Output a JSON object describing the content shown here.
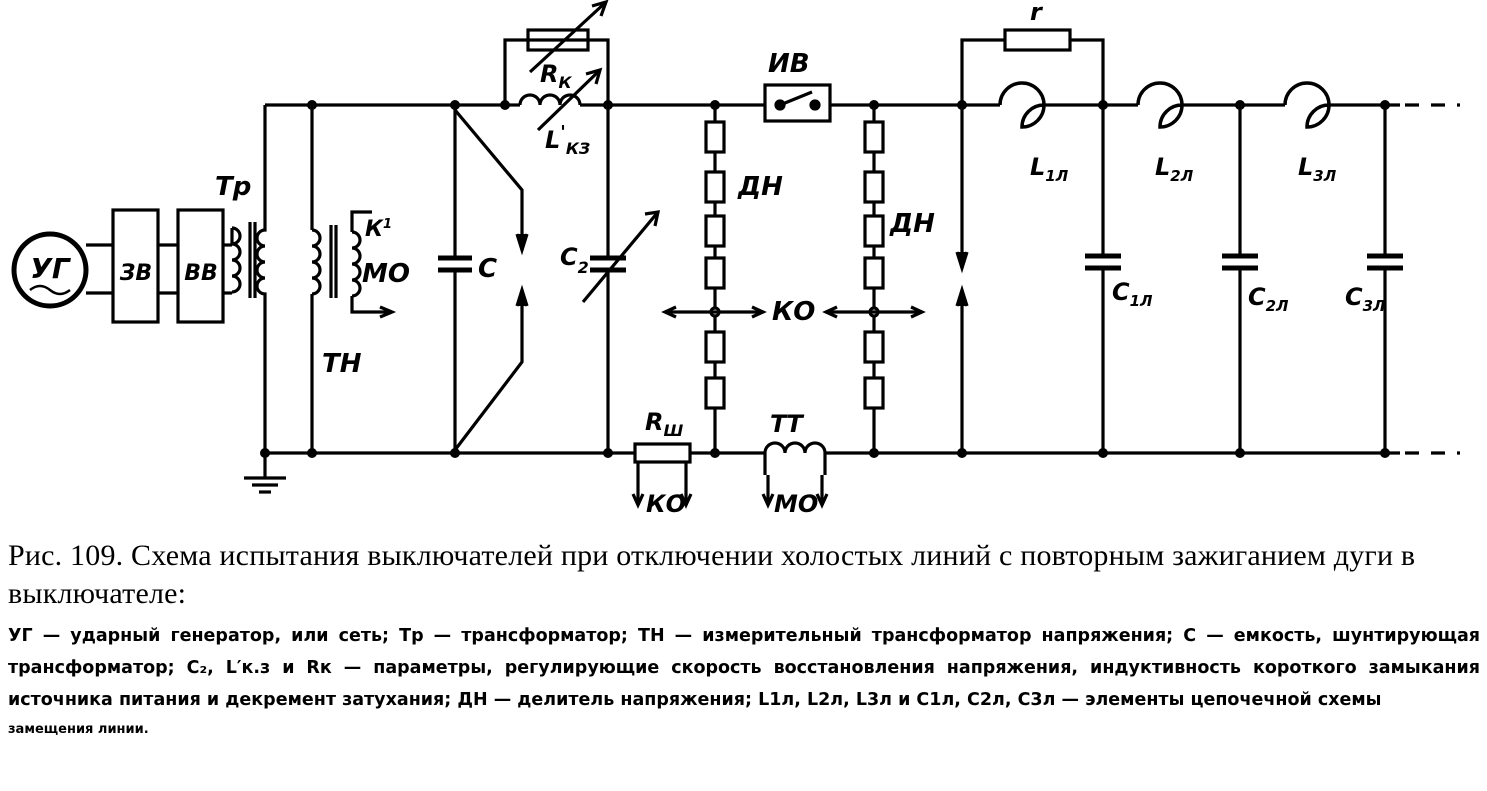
{
  "labels": {
    "ug": "УГ",
    "zv": "ЗВ",
    "vv": "ВВ",
    "tr": "Тр",
    "k1": "К",
    "k1_sup": "1",
    "mo": "МО",
    "c": "С",
    "tn": "ТН",
    "rk": "R",
    "rk_sub": "К",
    "lkz": "L",
    "lkz_prime": "'",
    "lkz_sub": "КЗ",
    "c2": "С",
    "c2_sub": "2",
    "iv": "ИВ",
    "dn_left": "ДН",
    "dn_right": "ДН",
    "ko_mid": "КО",
    "rsh": "R",
    "rsh_sub": "Ш",
    "ko_bottom": "КО",
    "tt": "ТТ",
    "mo_bottom": "МО",
    "r": "r",
    "l1": "L",
    "l1_sub": "1Л",
    "l2": "L",
    "l2_sub": "2Л",
    "l3": "L",
    "l3_sub": "3Л",
    "c1l": "С",
    "c1l_sub": "1Л",
    "c2l": "С",
    "c2l_sub": "2Л",
    "c3l": "С",
    "c3l_sub": "3Л"
  },
  "caption": {
    "title": "Рис. 109. Схема испытания выключателей при отключении  холостых линий с повторным зажиганием дуги в выключателе:",
    "legend_main": "УГ — ударный генератор, или сеть; Тр — трансформатор; ТН — измерительный трансформатор напряжения; С — емкость, шунтирующая трансформатор; С₂, L′к.з и Rк — параметры, регулирующие скорость восстановления напряжения, индуктивность короткого замыкания источника питания и декремент затухания; ДН — делитель напряжения;  L1л, L2л, L3л и C1л, С2л, С3л — элементы цепочечной схемы",
    "legend_tail": "замещения линии."
  },
  "colors": {
    "ink": "#000000",
    "paper": "#ffffff"
  }
}
